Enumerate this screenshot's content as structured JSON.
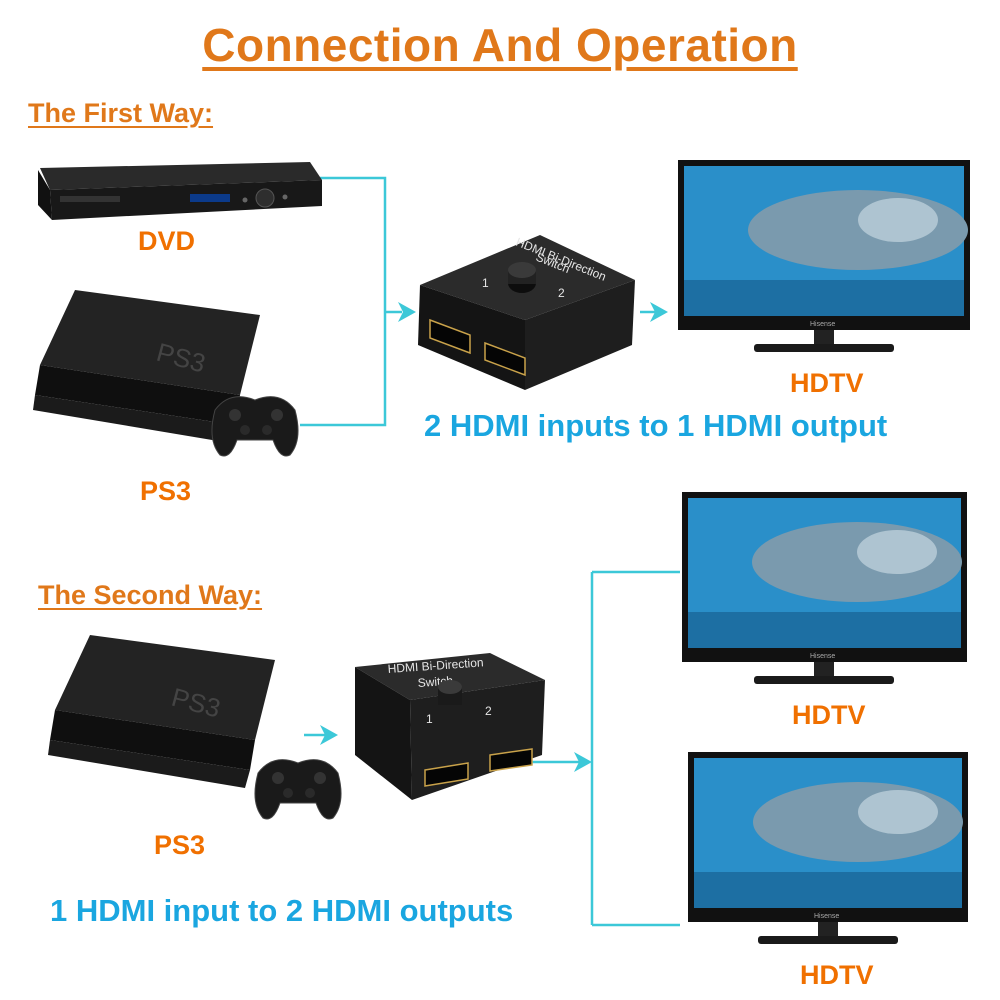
{
  "title": "Connection And Operation",
  "first_way": {
    "heading": "The First Way:",
    "devices": {
      "dvd": "DVD",
      "ps3": "PS3",
      "hdtv": "HDTV"
    },
    "description": "2  HDMI inputs to 1 HDMI output"
  },
  "second_way": {
    "heading": "The Second Way:",
    "devices": {
      "ps3": "PS3",
      "hdtv_top": "HDTV",
      "hdtv_bottom": "HDTV"
    },
    "description": "1  HDMI input to 2 HDMI outputs"
  },
  "switch": {
    "label_line1": "HDMI Bi-Direction",
    "label_line2": "Switch",
    "port1": "1",
    "port2": "2"
  },
  "tv": {
    "brand": "Hisense"
  },
  "colors": {
    "accent_orange": "#e0781a",
    "label_orange": "#f07000",
    "wire_cyan": "#3cc8d8",
    "text_blue": "#1aa6e0"
  }
}
